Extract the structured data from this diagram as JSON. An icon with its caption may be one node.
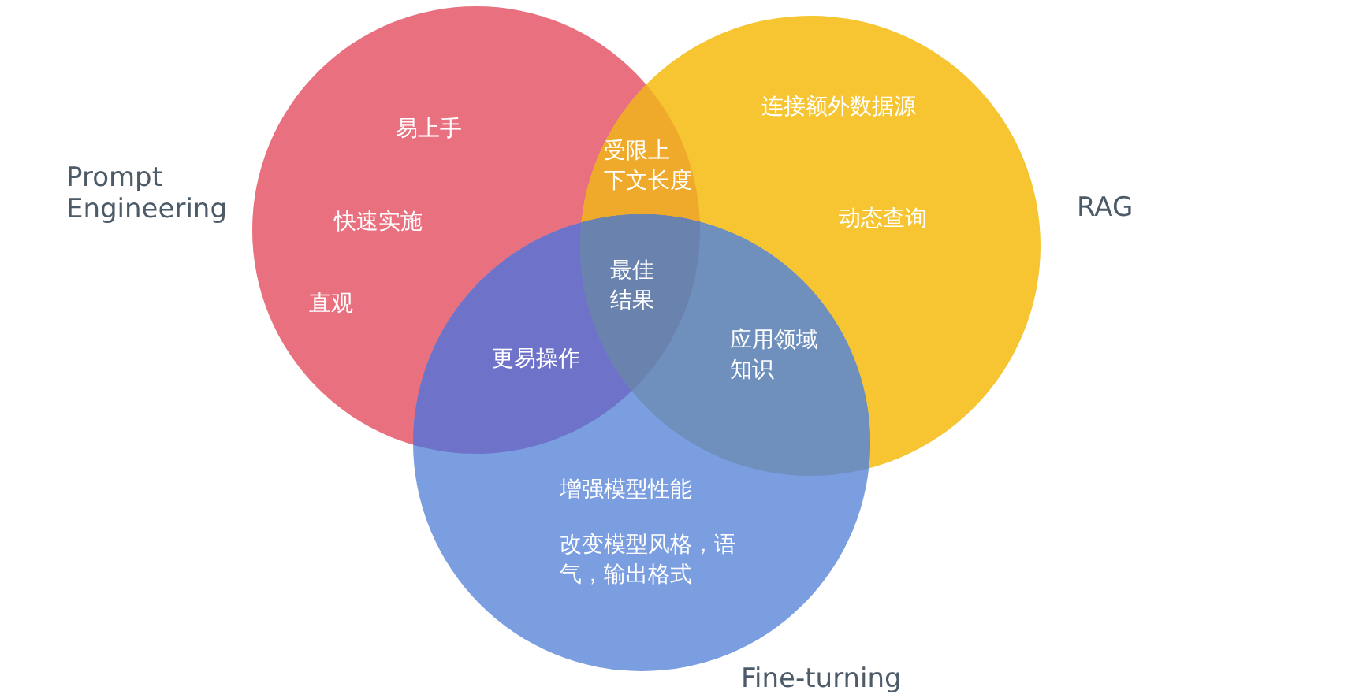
{
  "diagram": {
    "nodes": [
      {
        "text": [
          "Prompt Engineering",
          "易上手",
          "快速实施",
          "直观"
        ]
      },
      {
        "text": [
          "RAG",
          "连接额外数据源",
          "动态查询"
        ]
      },
      {
        "text": [
          "Fine-turning",
          "增强模型性能",
          "改变模型风格，语气，输出格式"
        ]
      }
    ],
    "labels": [
      "受限上下文长度",
      "最佳结果",
      "更易操作",
      "应用领域知识"
    ]
  }
}
